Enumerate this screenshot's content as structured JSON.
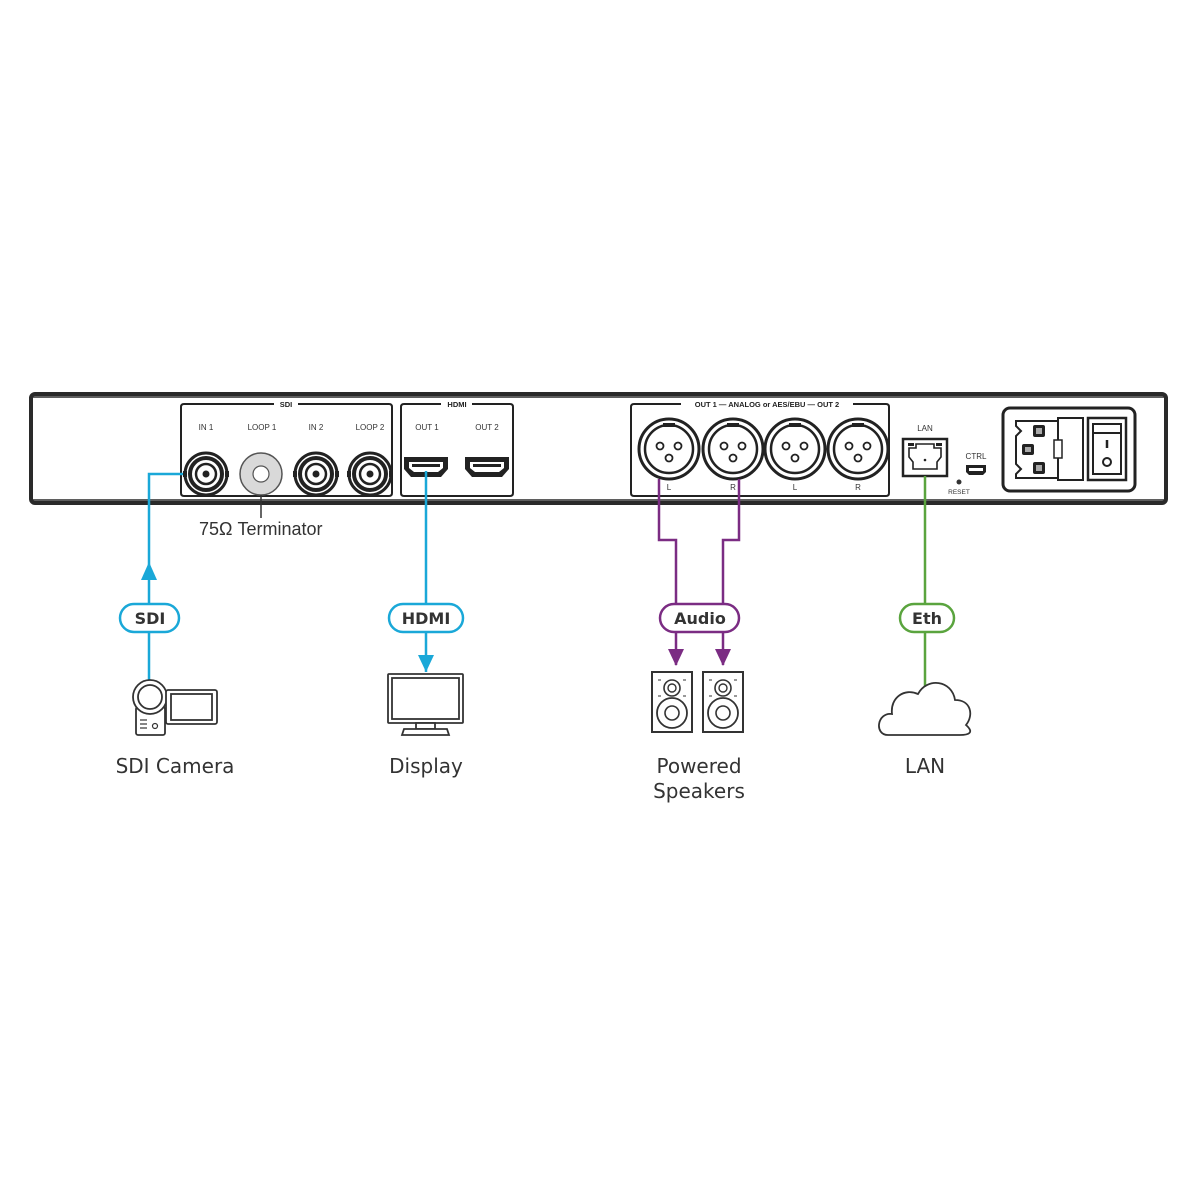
{
  "colors": {
    "sdi": "#1aa8d8",
    "hdmi": "#1aa8d8",
    "audio": "#7b2c83",
    "eth": "#5aa43e",
    "chassis": "#2a2a2a"
  },
  "panel": {
    "sections": {
      "sdi": "SDI",
      "hdmi": "HDMI",
      "audio": "OUT 1 — ANALOG or AES/EBU — OUT 2"
    },
    "sdi_ports": [
      "IN 1",
      "LOOP 1",
      "IN 2",
      "LOOP 2"
    ],
    "hdmi_ports": [
      "OUT 1",
      "OUT 2"
    ],
    "audio_channels": [
      "L",
      "R",
      "L",
      "R"
    ],
    "lan_label": "LAN",
    "ctrl_label": "CTRL",
    "reset_label": "RESET"
  },
  "terminator_label": "75Ω Terminator",
  "connections": [
    {
      "id": "sdi",
      "pill": "SDI",
      "device": "SDI Camera",
      "icon": "camera-icon"
    },
    {
      "id": "hdmi",
      "pill": "HDMI",
      "device": "Display",
      "icon": "display-icon"
    },
    {
      "id": "audio",
      "pill": "Audio",
      "device_lines": [
        "Powered",
        "Speakers"
      ],
      "icon": "speaker-icon"
    },
    {
      "id": "eth",
      "pill": "Eth",
      "device": "LAN",
      "icon": "cloud-icon"
    }
  ]
}
